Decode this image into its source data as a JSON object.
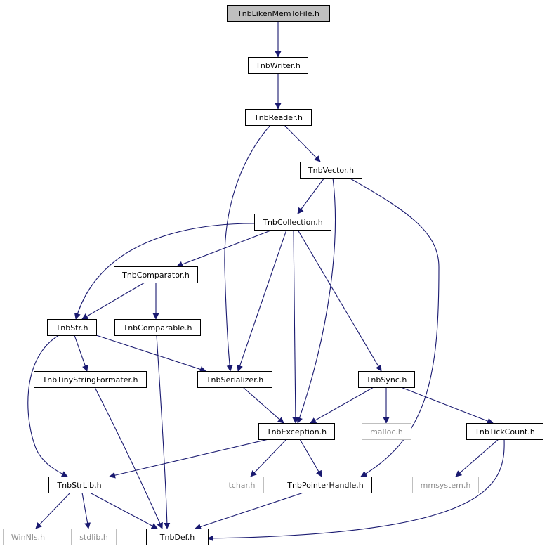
{
  "colors": {
    "edge": "#191970",
    "node_border": "#000000",
    "node_fill": "#ffffff",
    "root_fill": "#bfbfbf",
    "external_border": "#bfbfbf",
    "external_text": "#8c8c8c"
  },
  "nodes": [
    {
      "id": "n_liken",
      "label": "TnbLikenMemToFile.h",
      "kind": "root"
    },
    {
      "id": "n_writer",
      "label": "TnbWriter.h",
      "kind": "normal"
    },
    {
      "id": "n_reader",
      "label": "TnbReader.h",
      "kind": "normal"
    },
    {
      "id": "n_vector",
      "label": "TnbVector.h",
      "kind": "normal"
    },
    {
      "id": "n_collection",
      "label": "TnbCollection.h",
      "kind": "normal"
    },
    {
      "id": "n_comparator",
      "label": "TnbComparator.h",
      "kind": "normal"
    },
    {
      "id": "n_str",
      "label": "TnbStr.h",
      "kind": "normal"
    },
    {
      "id": "n_comparable",
      "label": "TnbComparable.h",
      "kind": "normal"
    },
    {
      "id": "n_tinyfmt",
      "label": "TnbTinyStringFormater.h",
      "kind": "normal"
    },
    {
      "id": "n_serializer",
      "label": "TnbSerializer.h",
      "kind": "normal"
    },
    {
      "id": "n_sync",
      "label": "TnbSync.h",
      "kind": "normal"
    },
    {
      "id": "n_exception",
      "label": "TnbException.h",
      "kind": "normal"
    },
    {
      "id": "n_malloc",
      "label": "malloc.h",
      "kind": "external"
    },
    {
      "id": "n_tickcount",
      "label": "TnbTickCount.h",
      "kind": "normal"
    },
    {
      "id": "n_strlib",
      "label": "TnbStrLib.h",
      "kind": "normal"
    },
    {
      "id": "n_tchar",
      "label": "tchar.h",
      "kind": "external"
    },
    {
      "id": "n_pointer",
      "label": "TnbPointerHandle.h",
      "kind": "normal"
    },
    {
      "id": "n_mmsystem",
      "label": "mmsystem.h",
      "kind": "external"
    },
    {
      "id": "n_winnls",
      "label": "WinNls.h",
      "kind": "external"
    },
    {
      "id": "n_stdlib",
      "label": "stdlib.h",
      "kind": "external"
    },
    {
      "id": "n_def",
      "label": "TnbDef.h",
      "kind": "normal"
    }
  ],
  "edges": [
    {
      "from": "n_liken",
      "to": "n_writer"
    },
    {
      "from": "n_writer",
      "to": "n_reader"
    },
    {
      "from": "n_reader",
      "to": "n_vector"
    },
    {
      "from": "n_reader",
      "to": "n_serializer"
    },
    {
      "from": "n_vector",
      "to": "n_collection"
    },
    {
      "from": "n_vector",
      "to": "n_exception"
    },
    {
      "from": "n_vector",
      "to": "n_pointer"
    },
    {
      "from": "n_collection",
      "to": "n_comparator"
    },
    {
      "from": "n_collection",
      "to": "n_str"
    },
    {
      "from": "n_collection",
      "to": "n_serializer"
    },
    {
      "from": "n_collection",
      "to": "n_exception"
    },
    {
      "from": "n_collection",
      "to": "n_sync"
    },
    {
      "from": "n_comparator",
      "to": "n_str"
    },
    {
      "from": "n_comparator",
      "to": "n_comparable"
    },
    {
      "from": "n_comparable",
      "to": "n_def"
    },
    {
      "from": "n_str",
      "to": "n_tinyfmt"
    },
    {
      "from": "n_str",
      "to": "n_serializer"
    },
    {
      "from": "n_str",
      "to": "n_strlib"
    },
    {
      "from": "n_tinyfmt",
      "to": "n_def"
    },
    {
      "from": "n_serializer",
      "to": "n_exception"
    },
    {
      "from": "n_sync",
      "to": "n_exception"
    },
    {
      "from": "n_sync",
      "to": "n_malloc"
    },
    {
      "from": "n_sync",
      "to": "n_tickcount"
    },
    {
      "from": "n_exception",
      "to": "n_strlib"
    },
    {
      "from": "n_exception",
      "to": "n_tchar"
    },
    {
      "from": "n_exception",
      "to": "n_pointer"
    },
    {
      "from": "n_tickcount",
      "to": "n_mmsystem"
    },
    {
      "from": "n_tickcount",
      "to": "n_def"
    },
    {
      "from": "n_strlib",
      "to": "n_winnls"
    },
    {
      "from": "n_strlib",
      "to": "n_stdlib"
    },
    {
      "from": "n_strlib",
      "to": "n_def"
    },
    {
      "from": "n_pointer",
      "to": "n_def"
    }
  ]
}
